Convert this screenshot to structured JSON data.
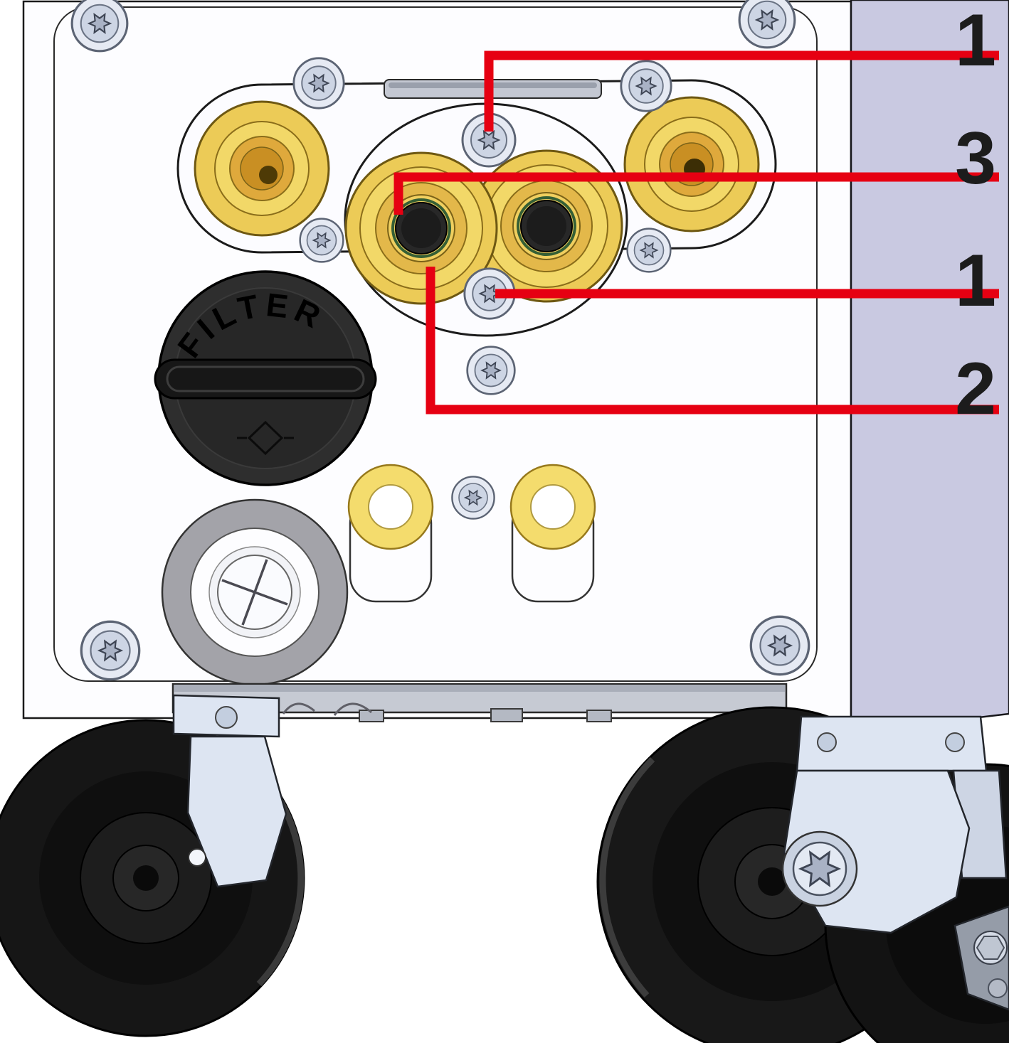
{
  "labels": {
    "filter_cap": "FILTER",
    "callouts": [
      "1",
      "3",
      "1",
      "2"
    ]
  },
  "colors": {
    "callout_line": "#e60012",
    "label_text": "#1c1c1c",
    "brass": "#f2d868",
    "brass_deep": "#d9a22f",
    "panel_face": "#fcfcff",
    "side_panel": "#c9c9e1",
    "caster_bracket": "#dde5f2",
    "wheel": "#171717",
    "filter_cap": "#2e2e2e"
  }
}
